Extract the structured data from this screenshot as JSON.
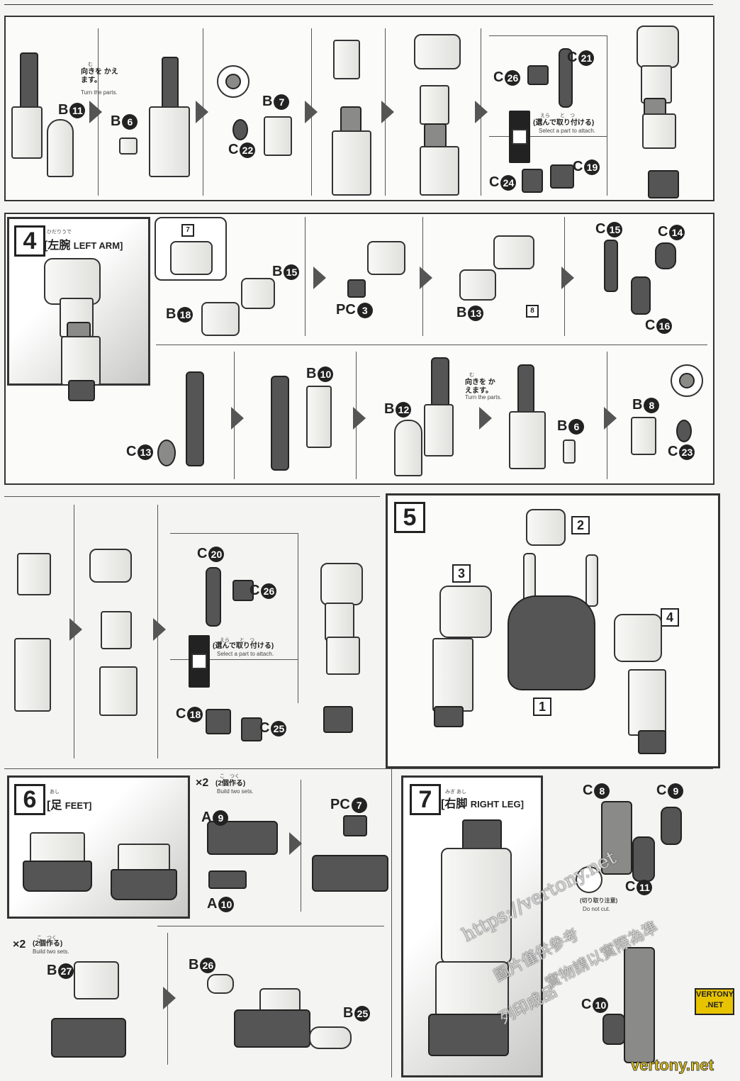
{
  "top_row": {
    "turn_jp": "向きを かえます。",
    "turn_ruby": "む",
    "turn_en": "Turn the parts.",
    "labels": [
      "B",
      "B",
      "B",
      "C",
      "C",
      "C",
      "C",
      "C"
    ],
    "nums": [
      "11",
      "6",
      "7",
      "22",
      "26",
      "21",
      "24",
      "19"
    ],
    "select_jp": "(選んで取り付ける)",
    "select_ruby": "えら　　と　つ",
    "select_en": "Select a part to attach."
  },
  "step4": {
    "number": "4",
    "ruby": "ひだりうで",
    "title_jp": "[左腕",
    "title_en": "LEFT ARM]",
    "ref_a": "7",
    "ref_b": "8",
    "labels_row1": [
      {
        "t": "B",
        "n": "15"
      },
      {
        "t": "B",
        "n": "18"
      },
      {
        "t": "PC",
        "n": "3"
      },
      {
        "t": "B",
        "n": "13"
      },
      {
        "t": "C",
        "n": "15"
      },
      {
        "t": "C",
        "n": "14"
      },
      {
        "t": "C",
        "n": "16"
      }
    ],
    "labels_row2": [
      {
        "t": "C",
        "n": "13"
      },
      {
        "t": "B",
        "n": "10"
      },
      {
        "t": "B",
        "n": "12"
      },
      {
        "t": "B",
        "n": "6"
      },
      {
        "t": "B",
        "n": "8"
      },
      {
        "t": "C",
        "n": "23"
      }
    ],
    "turn_jp": "向きを かえます。",
    "turn_ruby": "む",
    "turn_en": "Turn the parts.",
    "row3": {
      "labels": [
        {
          "t": "C",
          "n": "20"
        },
        {
          "t": "C",
          "n": "26"
        },
        {
          "t": "C",
          "n": "18"
        },
        {
          "t": "C",
          "n": "25"
        }
      ],
      "select_jp": "(選んで取り付ける)",
      "select_ruby": "えら　　と　つ",
      "select_en": "Select a part to attach."
    }
  },
  "step5": {
    "number": "5",
    "refs": [
      "2",
      "3",
      "4",
      "1"
    ]
  },
  "step6": {
    "number": "6",
    "ruby": "あし",
    "title_jp": "[足",
    "title_en": "FEET]",
    "x2_a": {
      "mult": "×2",
      "jp": "(2個作る)",
      "ruby": "こ　つく",
      "en": "Build two sets."
    },
    "labels_a": [
      {
        "t": "A",
        "n": "9"
      },
      {
        "t": "A",
        "n": "10"
      },
      {
        "t": "PC",
        "n": "7"
      }
    ],
    "x2_b": {
      "mult": "×2",
      "jp": "(2個作る)",
      "ruby": "こ　つく",
      "en": "Build two sets."
    },
    "labels_b": [
      {
        "t": "B",
        "n": "27"
      },
      {
        "t": "B",
        "n": "26"
      },
      {
        "t": "B",
        "n": "25"
      }
    ]
  },
  "step7": {
    "number": "7",
    "ruby": "みぎ あし",
    "title_jp": "[右脚",
    "title_en": "RIGHT LEG]",
    "labels": [
      {
        "t": "C",
        "n": "8"
      },
      {
        "t": "C",
        "n": "9"
      },
      {
        "t": "C",
        "n": "11"
      },
      {
        "t": "C",
        "n": "10"
      }
    ],
    "cut_jp": "(切り取り注意)",
    "cut_en": "Do not cut."
  },
  "watermark": {
    "line1": "https://vertony.net",
    "line2": "圖片僅供參考",
    "line3": "實物請以實際為準",
    "line4": "列印成品",
    "logo": "VERTONY .NET",
    "footer": "vertony.net"
  },
  "colors": {
    "dark_part": "#555555",
    "light_part": "#f8f8f6",
    "accent_logo": "#e8c400"
  }
}
